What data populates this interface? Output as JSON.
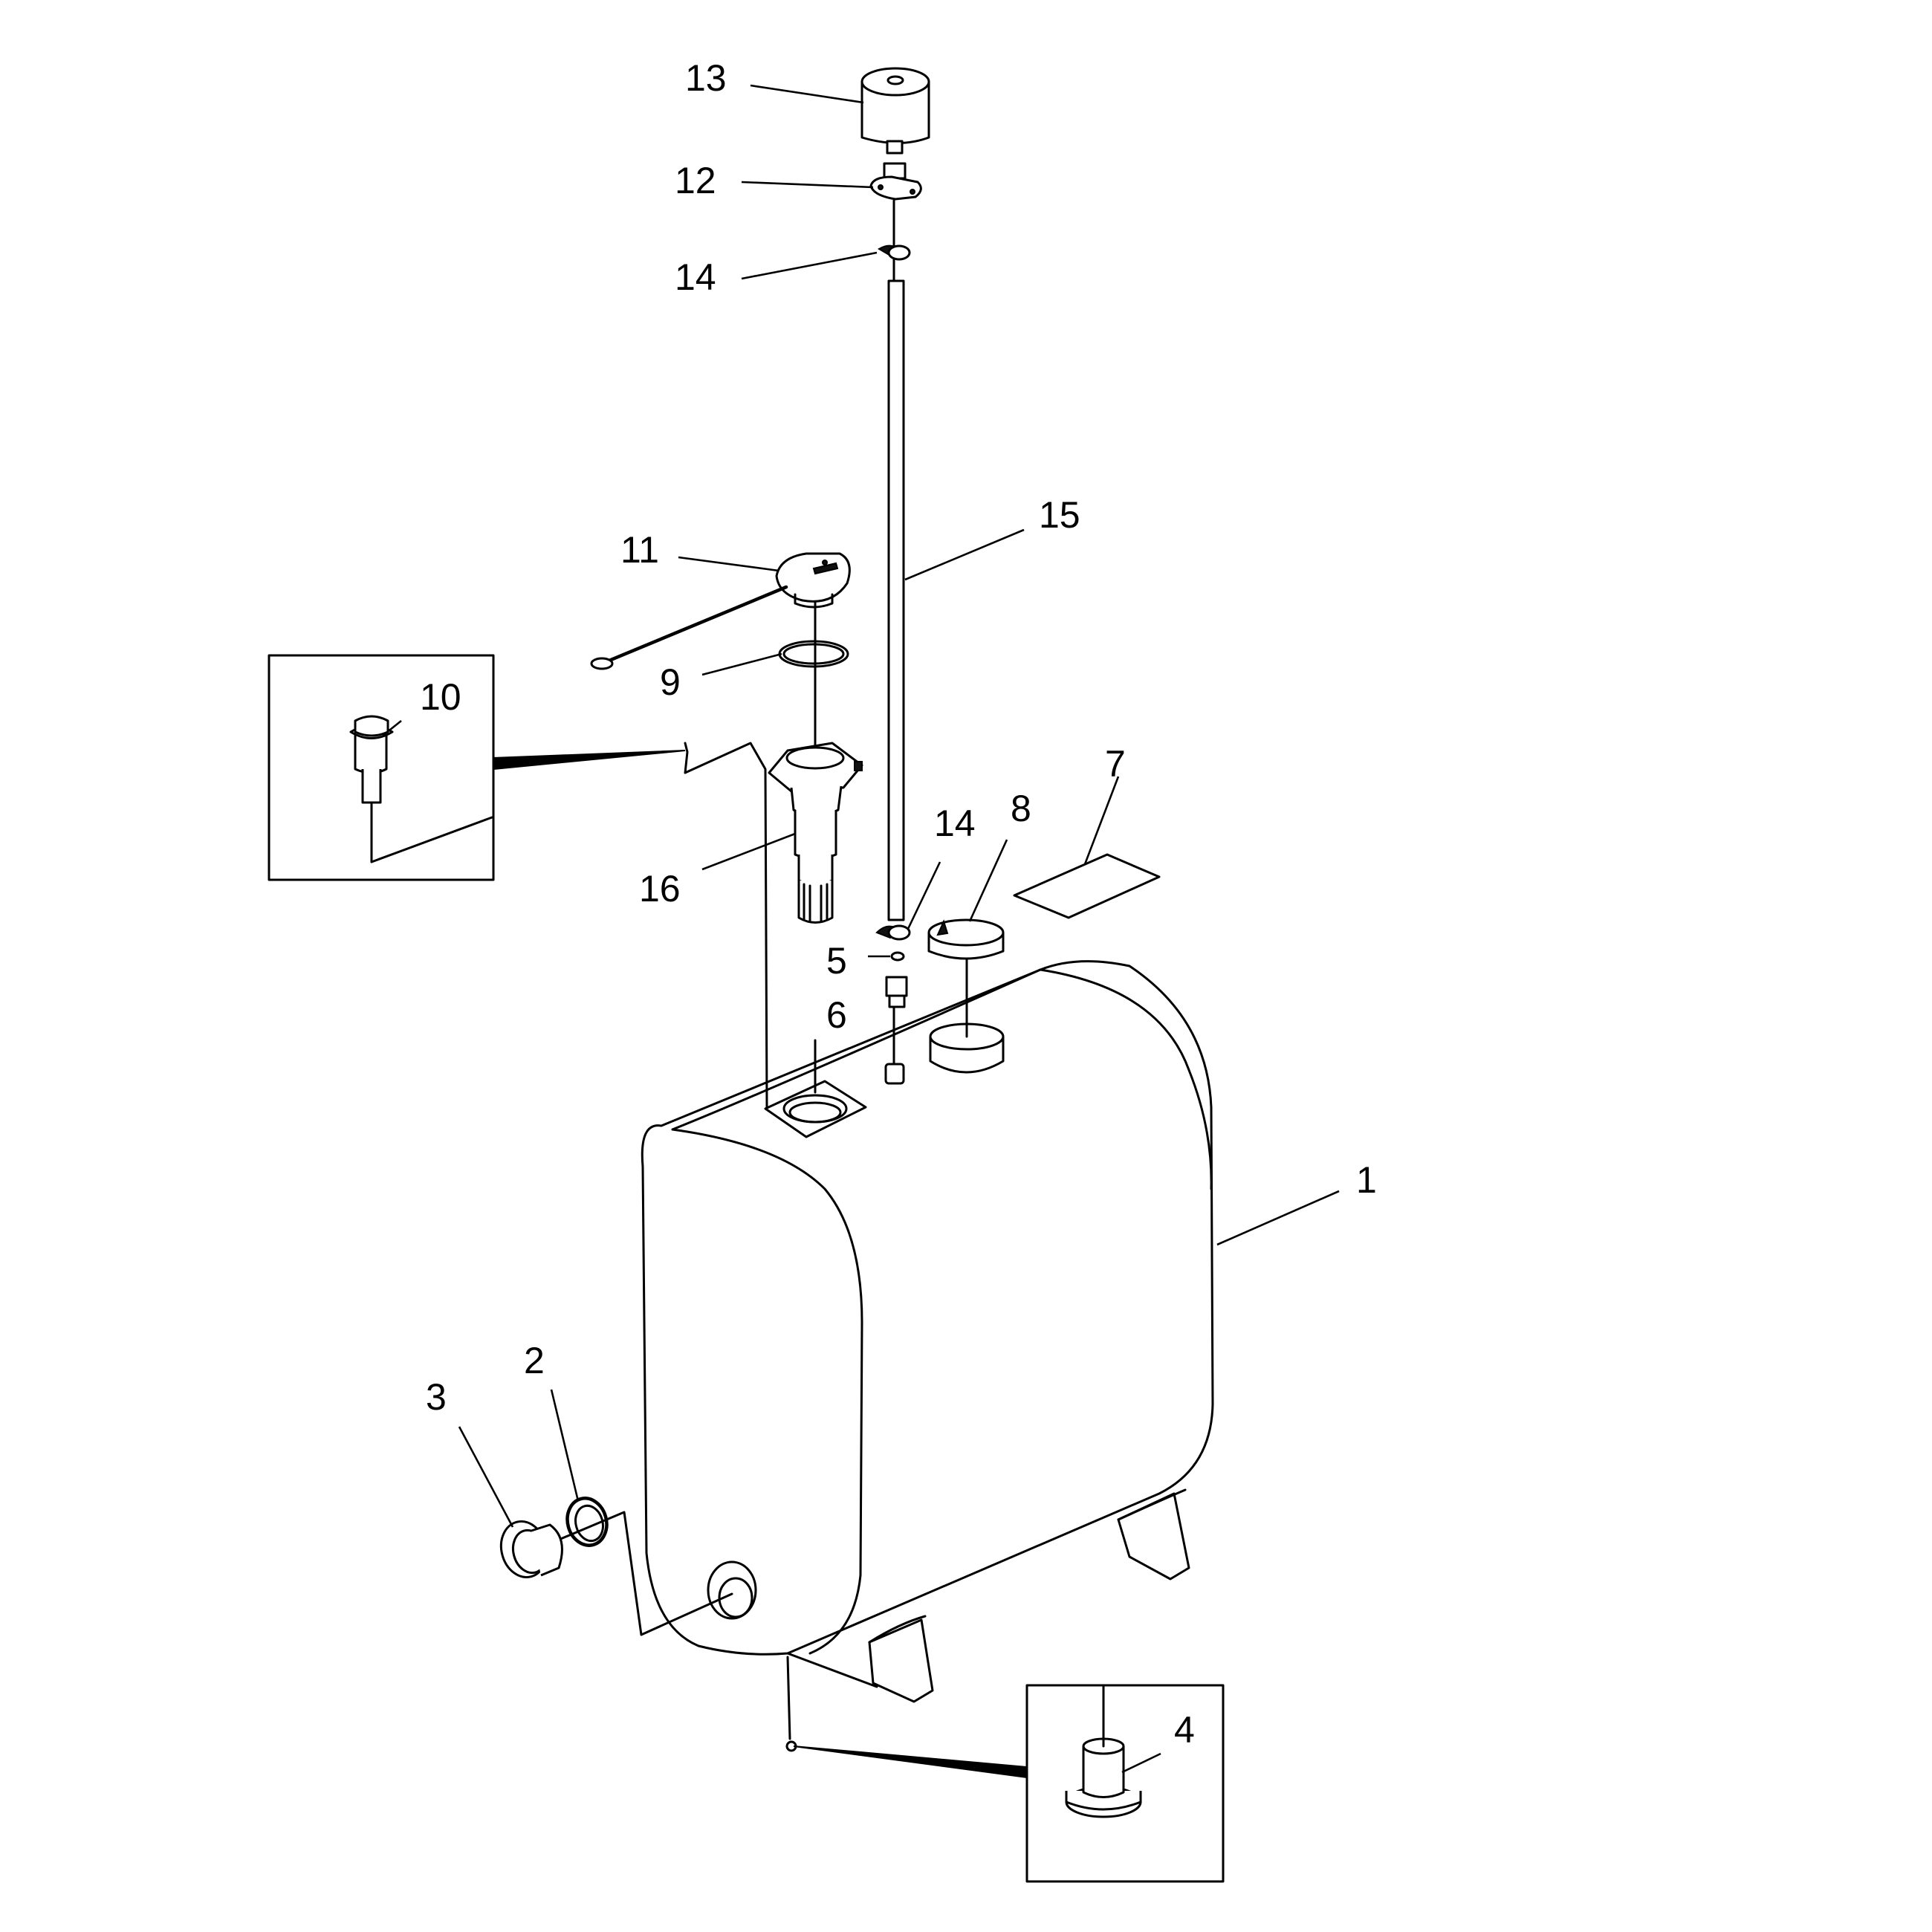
{
  "diagram": {
    "callouts": [
      {
        "id": "c1",
        "label": "1"
      },
      {
        "id": "c2",
        "label": "2"
      },
      {
        "id": "c3",
        "label": "3"
      },
      {
        "id": "c4",
        "label": "4"
      },
      {
        "id": "c5",
        "label": "5"
      },
      {
        "id": "c6",
        "label": "6"
      },
      {
        "id": "c7",
        "label": "7"
      },
      {
        "id": "c8",
        "label": "8"
      },
      {
        "id": "c9",
        "label": "9"
      },
      {
        "id": "c10",
        "label": "10"
      },
      {
        "id": "c11",
        "label": "11"
      },
      {
        "id": "c12",
        "label": "12"
      },
      {
        "id": "c13",
        "label": "13"
      },
      {
        "id": "c14a",
        "label": "14"
      },
      {
        "id": "c14b",
        "label": "14"
      },
      {
        "id": "c15",
        "label": "15"
      },
      {
        "id": "c16",
        "label": "16"
      }
    ]
  }
}
